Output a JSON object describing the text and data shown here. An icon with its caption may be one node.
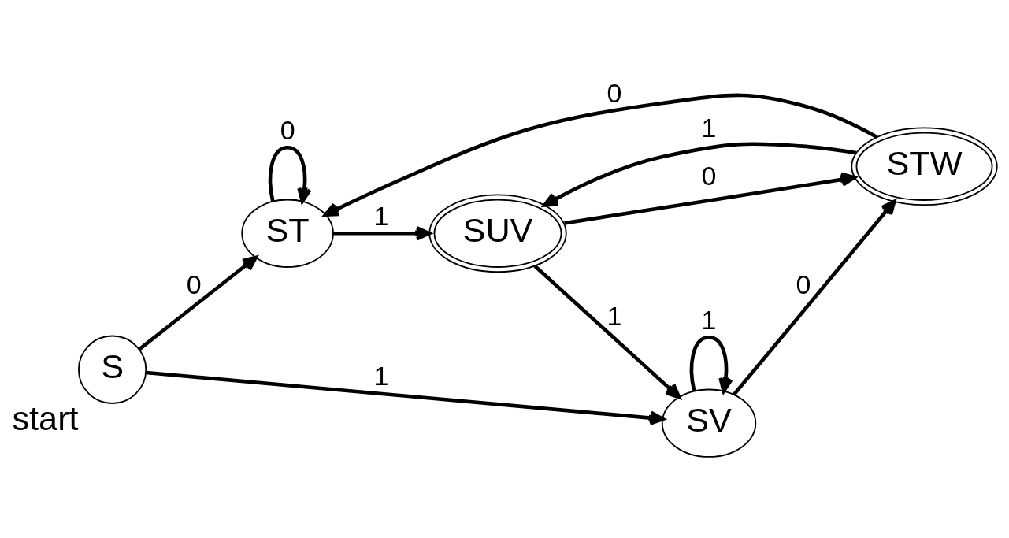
{
  "diagram": {
    "nodes": [
      {
        "text": [
          "S"
        ],
        "beside": [
          "start"
        ]
      },
      {
        "text": [
          "ST"
        ]
      },
      {
        "text": [
          "SUV"
        ]
      },
      {
        "text": [
          "STW"
        ]
      },
      {
        "text": [
          "SV"
        ]
      }
    ],
    "edges": [
      {
        "from": 0,
        "to": 1,
        "arrow": "to",
        "label": "0"
      },
      {
        "from": 0,
        "to": 4,
        "arrow": "to",
        "label": "1"
      },
      {
        "from": 1,
        "to": 1,
        "arrow": "to",
        "label": "0"
      },
      {
        "from": 1,
        "to": 2,
        "arrow": "to",
        "label": "1"
      },
      {
        "from": 2,
        "to": 3,
        "arrow": "to",
        "label": "0"
      },
      {
        "from": 3,
        "to": 2,
        "arrow": "to",
        "label": "1"
      },
      {
        "from": 2,
        "to": 4,
        "arrow": "to",
        "label": "1"
      },
      {
        "from": 4,
        "to": 3,
        "arrow": "to",
        "label": "0"
      },
      {
        "from": 3,
        "to": 1,
        "arrow": "to",
        "label": "0"
      },
      {
        "from": 4,
        "to": 4,
        "arrow": "to",
        "label": "1"
      }
    ]
  }
}
